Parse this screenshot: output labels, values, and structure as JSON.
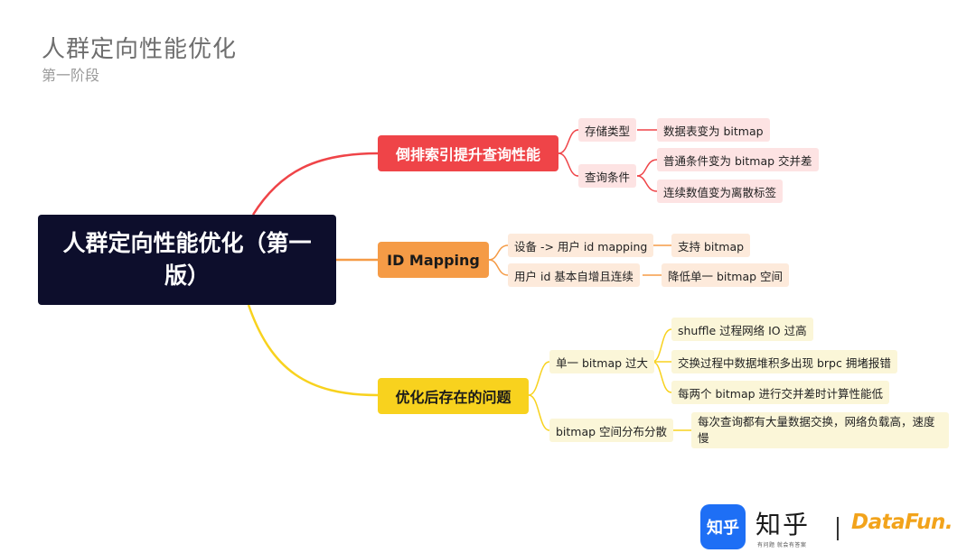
{
  "header": {
    "title": "人群定向性能优化",
    "subtitle": "第一阶段"
  },
  "root": {
    "label": "人群定向性能优化（第一版）"
  },
  "colors": {
    "red": "#ef4448",
    "orange": "#f59b46",
    "yellow": "#f8d21e",
    "root": "#0d0e2c"
  },
  "branches": [
    {
      "label": "倒排索引提升查询性能",
      "children": [
        {
          "label": "存储类型",
          "children": [
            "数据表变为 bitmap"
          ]
        },
        {
          "label": "查询条件",
          "children": [
            "普通条件变为 bitmap 交并差",
            "连续数值变为离散标签"
          ]
        }
      ]
    },
    {
      "label": "ID Mapping",
      "children": [
        {
          "label": "设备 -> 用户 id mapping",
          "children": [
            "支持 bitmap"
          ]
        },
        {
          "label": "用户 id 基本自增且连续",
          "children": [
            "降低单一 bitmap 空间"
          ]
        }
      ]
    },
    {
      "label": "优化后存在的问题",
      "children": [
        {
          "label": "单一 bitmap 过大",
          "children": [
            "shuffle 过程网络 IO 过高",
            "交换过程中数据堆积多出现 brpc 拥堵报错",
            "每两个 bitmap 进行交并差时计算性能低"
          ]
        },
        {
          "label": "bitmap 空间分布分散",
          "children": [
            "每次查询都有大量数据交换，网络负载高，速度慢"
          ]
        }
      ]
    }
  ],
  "logos": {
    "zhihu_icon": "知乎",
    "zhihu_text": "知乎",
    "zhihu_slogan": "有问题 就会有答案",
    "datafun": "DataFun."
  }
}
